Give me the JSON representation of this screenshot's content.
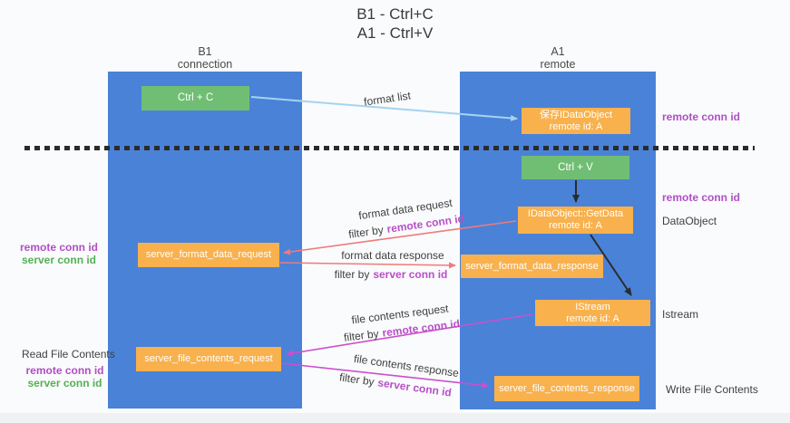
{
  "title": {
    "line1": "B1 - Ctrl+C",
    "line2": "A1 - Ctrl+V"
  },
  "columns": {
    "left": {
      "name": "B1",
      "role": "connection"
    },
    "right": {
      "name": "A1",
      "role": "remote"
    }
  },
  "boxes": {
    "ctrl_c": {
      "label": "Ctrl + C"
    },
    "save_idataobject": {
      "line1": "保存IDataObject",
      "line2": "remote id: A"
    },
    "ctrl_v": {
      "label": "Ctrl + V"
    },
    "idataobject_getdata": {
      "line1": "IDataObject::GetData",
      "line2": "remote id: A"
    },
    "server_format_data_request": {
      "label": "server_format_data_request"
    },
    "server_format_data_response": {
      "label": "server_format_data_response"
    },
    "istream": {
      "line1": "IStream",
      "line2": "remote id: A"
    },
    "server_file_contents_request": {
      "label": "server_file_contents_request"
    },
    "server_file_contents_response": {
      "label": "server_file_contents_response"
    }
  },
  "labels": {
    "remote_conn_id": "remote conn id",
    "server_conn_id": "server conn id",
    "dataobject": "DataObject",
    "istream": "Istream",
    "read_file_contents": "Read File Contents",
    "write_file_contents": "Write File Contents",
    "format_list": "format list",
    "format_data_request": "format data request",
    "format_data_response": "format data response",
    "file_contents_request": "file contents request",
    "file_contents_response": "file contents response",
    "filter_by": "filter by"
  },
  "colors": {
    "column_blue": "#4A82D8",
    "box_green": "#70BE73",
    "box_orange": "#F8B14D",
    "arrow_blue": "#A5D3F0",
    "arrow_black": "#2B2B2B",
    "arrow_red": "#F07A7A",
    "arrow_magenta": "#CC4FCC",
    "label_purple": "#AF4FC4",
    "label_green": "#55B054"
  }
}
